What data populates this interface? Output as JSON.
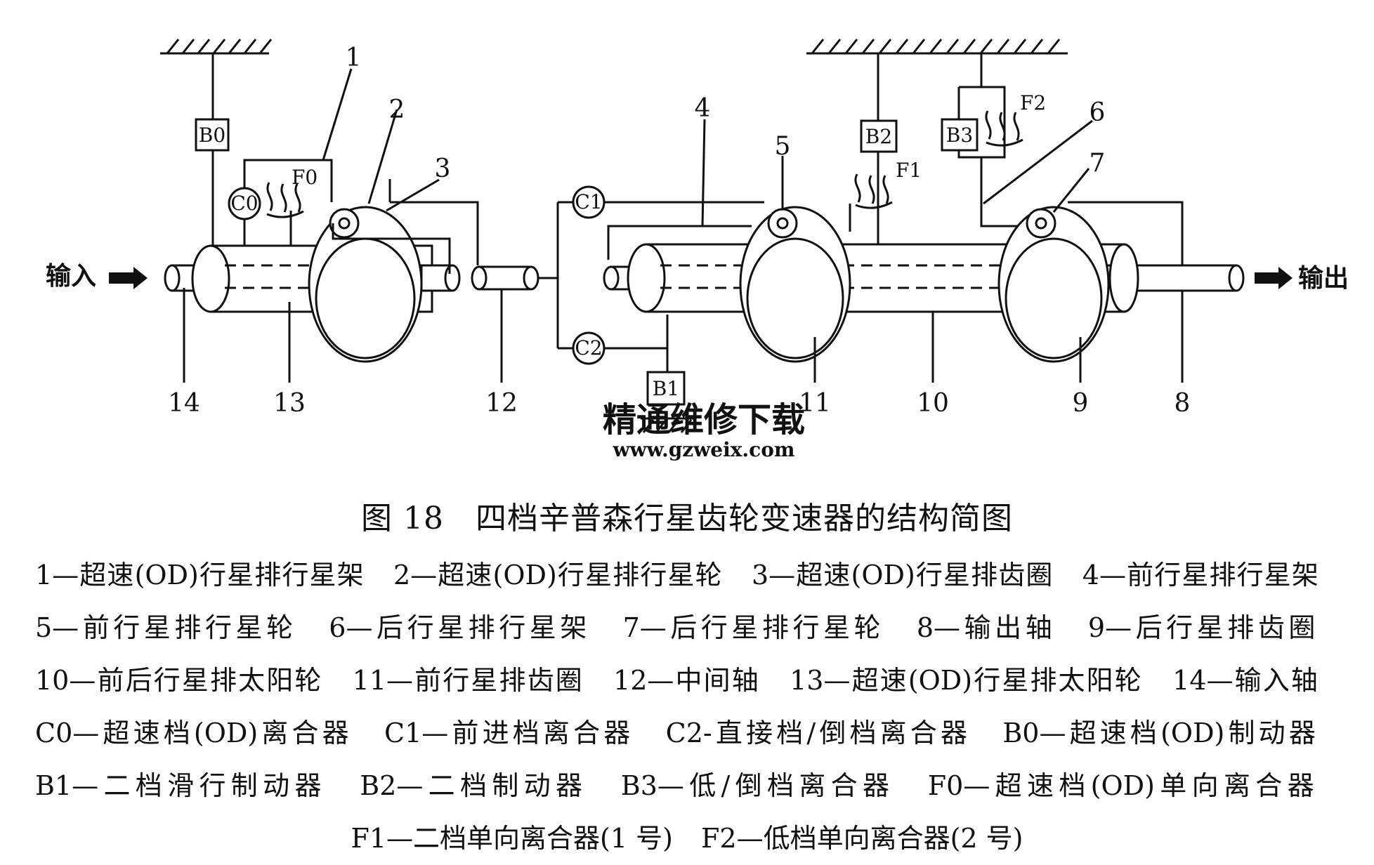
{
  "diagram": {
    "input_label": "输入",
    "output_label": "输出",
    "components": {
      "B0": "B0",
      "B1": "B1",
      "B2": "B2",
      "B3": "B3",
      "C0": "C0",
      "C1": "C1",
      "C2": "C2",
      "F0": "F0",
      "F1": "F1",
      "F2": "F2"
    },
    "numbers": {
      "n1": "1",
      "n2": "2",
      "n3": "3",
      "n4": "4",
      "n5": "5",
      "n6": "6",
      "n7": "7",
      "n8": "8",
      "n9": "9",
      "n10": "10",
      "n11": "11",
      "n12": "12",
      "n13": "13",
      "n14": "14"
    }
  },
  "watermark": {
    "text": "精通维修下载",
    "url": "www.gzweix.com",
    "color": "#f5b28a"
  },
  "caption": "图 18　四档辛普森行星齿轮变速器的结构简图",
  "legend": [
    "1—超速(OD)行星排行星架",
    "2—超速(OD)行星排行星轮",
    "3—超速(OD)行星排齿圈",
    "4—前行星排行星架",
    "5—前行星排行星轮",
    "6—后行星排行星架",
    "7—后行星排行星轮",
    "8—输出轴",
    "9—后行星排齿圈",
    "10—前后行星排太阳轮",
    "11—前行星排齿圈",
    "12—中间轴",
    "13—超速(OD)行星排太阳轮",
    "14—输入轴",
    "C0—超速档(OD)离合器",
    "C1—前进档离合器",
    "C2-直接档/倒档离合器",
    "B0—超速档(OD)制动器",
    "B1—二档滑行制动器",
    "B2—二档制动器",
    "B3—低/倒档离合器",
    "F0—超速档(OD)单向离合器",
    "F1—二档单向离合器(1 号)",
    "F2—低档单向离合器(2 号)"
  ]
}
